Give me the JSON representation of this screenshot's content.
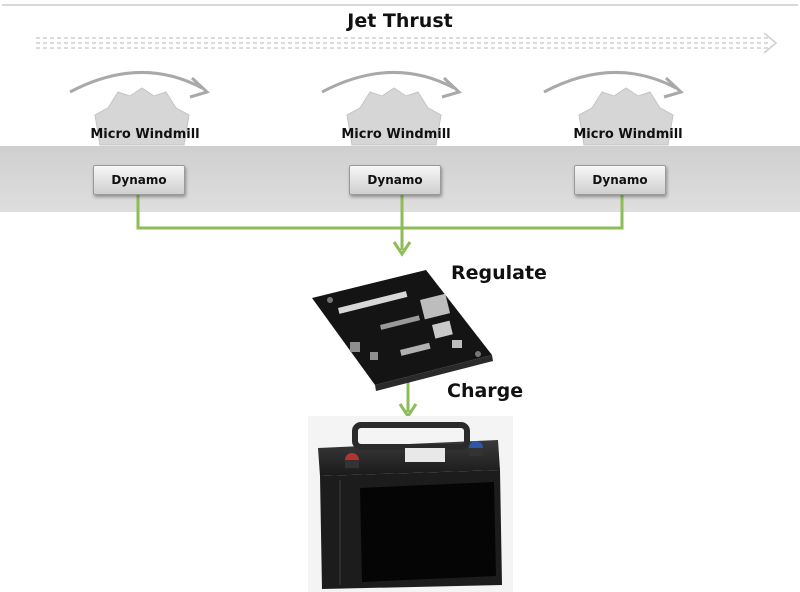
{
  "title": "Jet Thrust",
  "windmills": [
    {
      "label": "Micro Windmill",
      "dynamo": "Dynamo"
    },
    {
      "label": "Micro Windmill",
      "dynamo": "Dynamo"
    },
    {
      "label": "Micro Windmill",
      "dynamo": "Dynamo"
    }
  ],
  "steps": {
    "regulate": "Regulate",
    "charge": "Charge"
  },
  "colors": {
    "wire": "#8cbd57",
    "band": "#d5d5d5",
    "gear": "#d9d9d9",
    "board": "#141414",
    "battery": "#1c1c1c"
  },
  "icons": [
    "gear-icon",
    "curved-arrow-icon",
    "circuit-board-icon",
    "battery-icon"
  ]
}
